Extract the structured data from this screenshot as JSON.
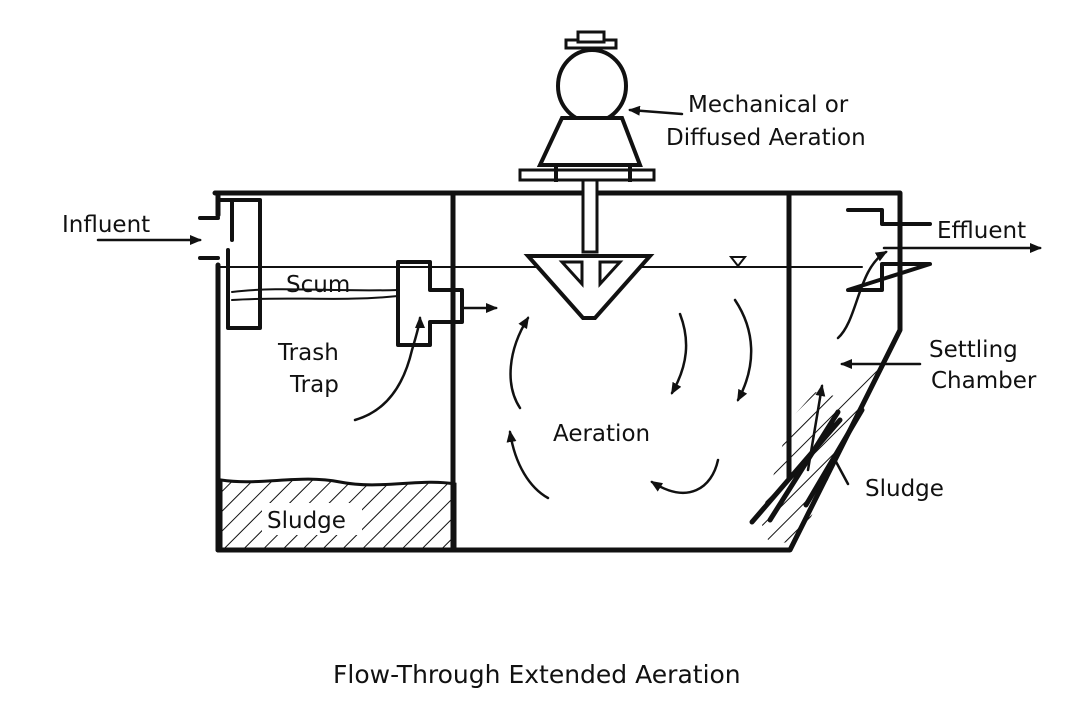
{
  "labels": {
    "influent": "Influent",
    "mechanical_line1": "Mechanical or",
    "mechanical_line2": "Diffused Aeration",
    "effluent": "Effluent",
    "scum": "Scum",
    "trash_line1": "Trash",
    "trash_line2": "Trap",
    "settling_line1": "Settling",
    "settling_line2": "Chamber",
    "aeration": "Aeration",
    "sludge_left": "Sludge",
    "sludge_right": "Sludge"
  },
  "caption": "Flow-Through Extended Aeration",
  "colors": {
    "ink": "#111111",
    "paper": "#ffffff"
  }
}
